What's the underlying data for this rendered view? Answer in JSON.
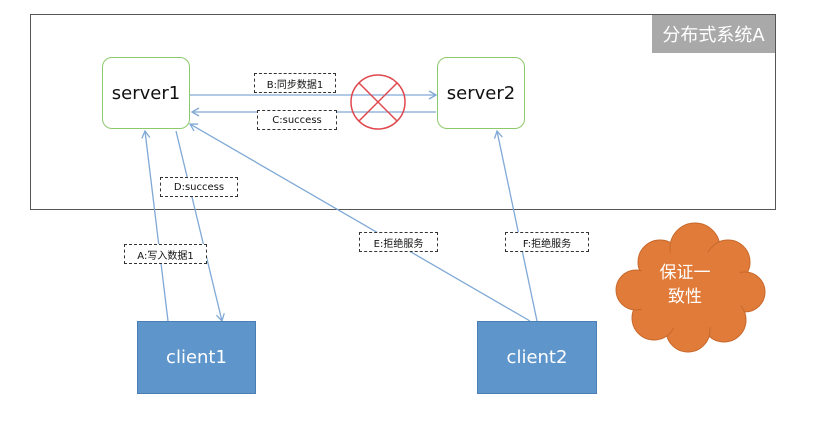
{
  "system": {
    "label": "分布式系统A"
  },
  "servers": {
    "server1": "server1",
    "server2": "server2"
  },
  "clients": {
    "client1": "client1",
    "client2": "client2"
  },
  "messages": {
    "sync": "B:同步数据1",
    "success_c": "C:success",
    "success_d": "D:success",
    "write": "A:写入数据1",
    "reject_e": "E:拒绝服务",
    "reject_f": "F:拒绝服务"
  },
  "cloud": {
    "line1": "保证一",
    "line2": "致性"
  },
  "colors": {
    "arrow": "#7fa9d6",
    "server_border": "#8dc96b",
    "client_fill": "#5e96cc",
    "cloud_fill": "#e07b39",
    "cross": "#e0474c"
  }
}
